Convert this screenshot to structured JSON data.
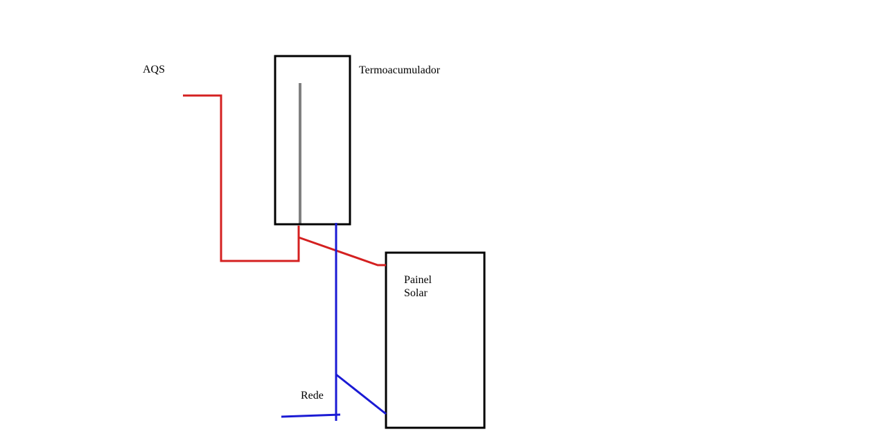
{
  "diagram": {
    "labels": {
      "aqs": "AQS",
      "termoacumulador": "Termoacumulador",
      "painel_line1": "Painel",
      "painel_line2": "Solar",
      "rede": "Rede"
    },
    "colors": {
      "hot_water": "#d42020",
      "cold_water": "#1a1ad4",
      "outline": "#000000",
      "background": "#ffffff"
    }
  }
}
